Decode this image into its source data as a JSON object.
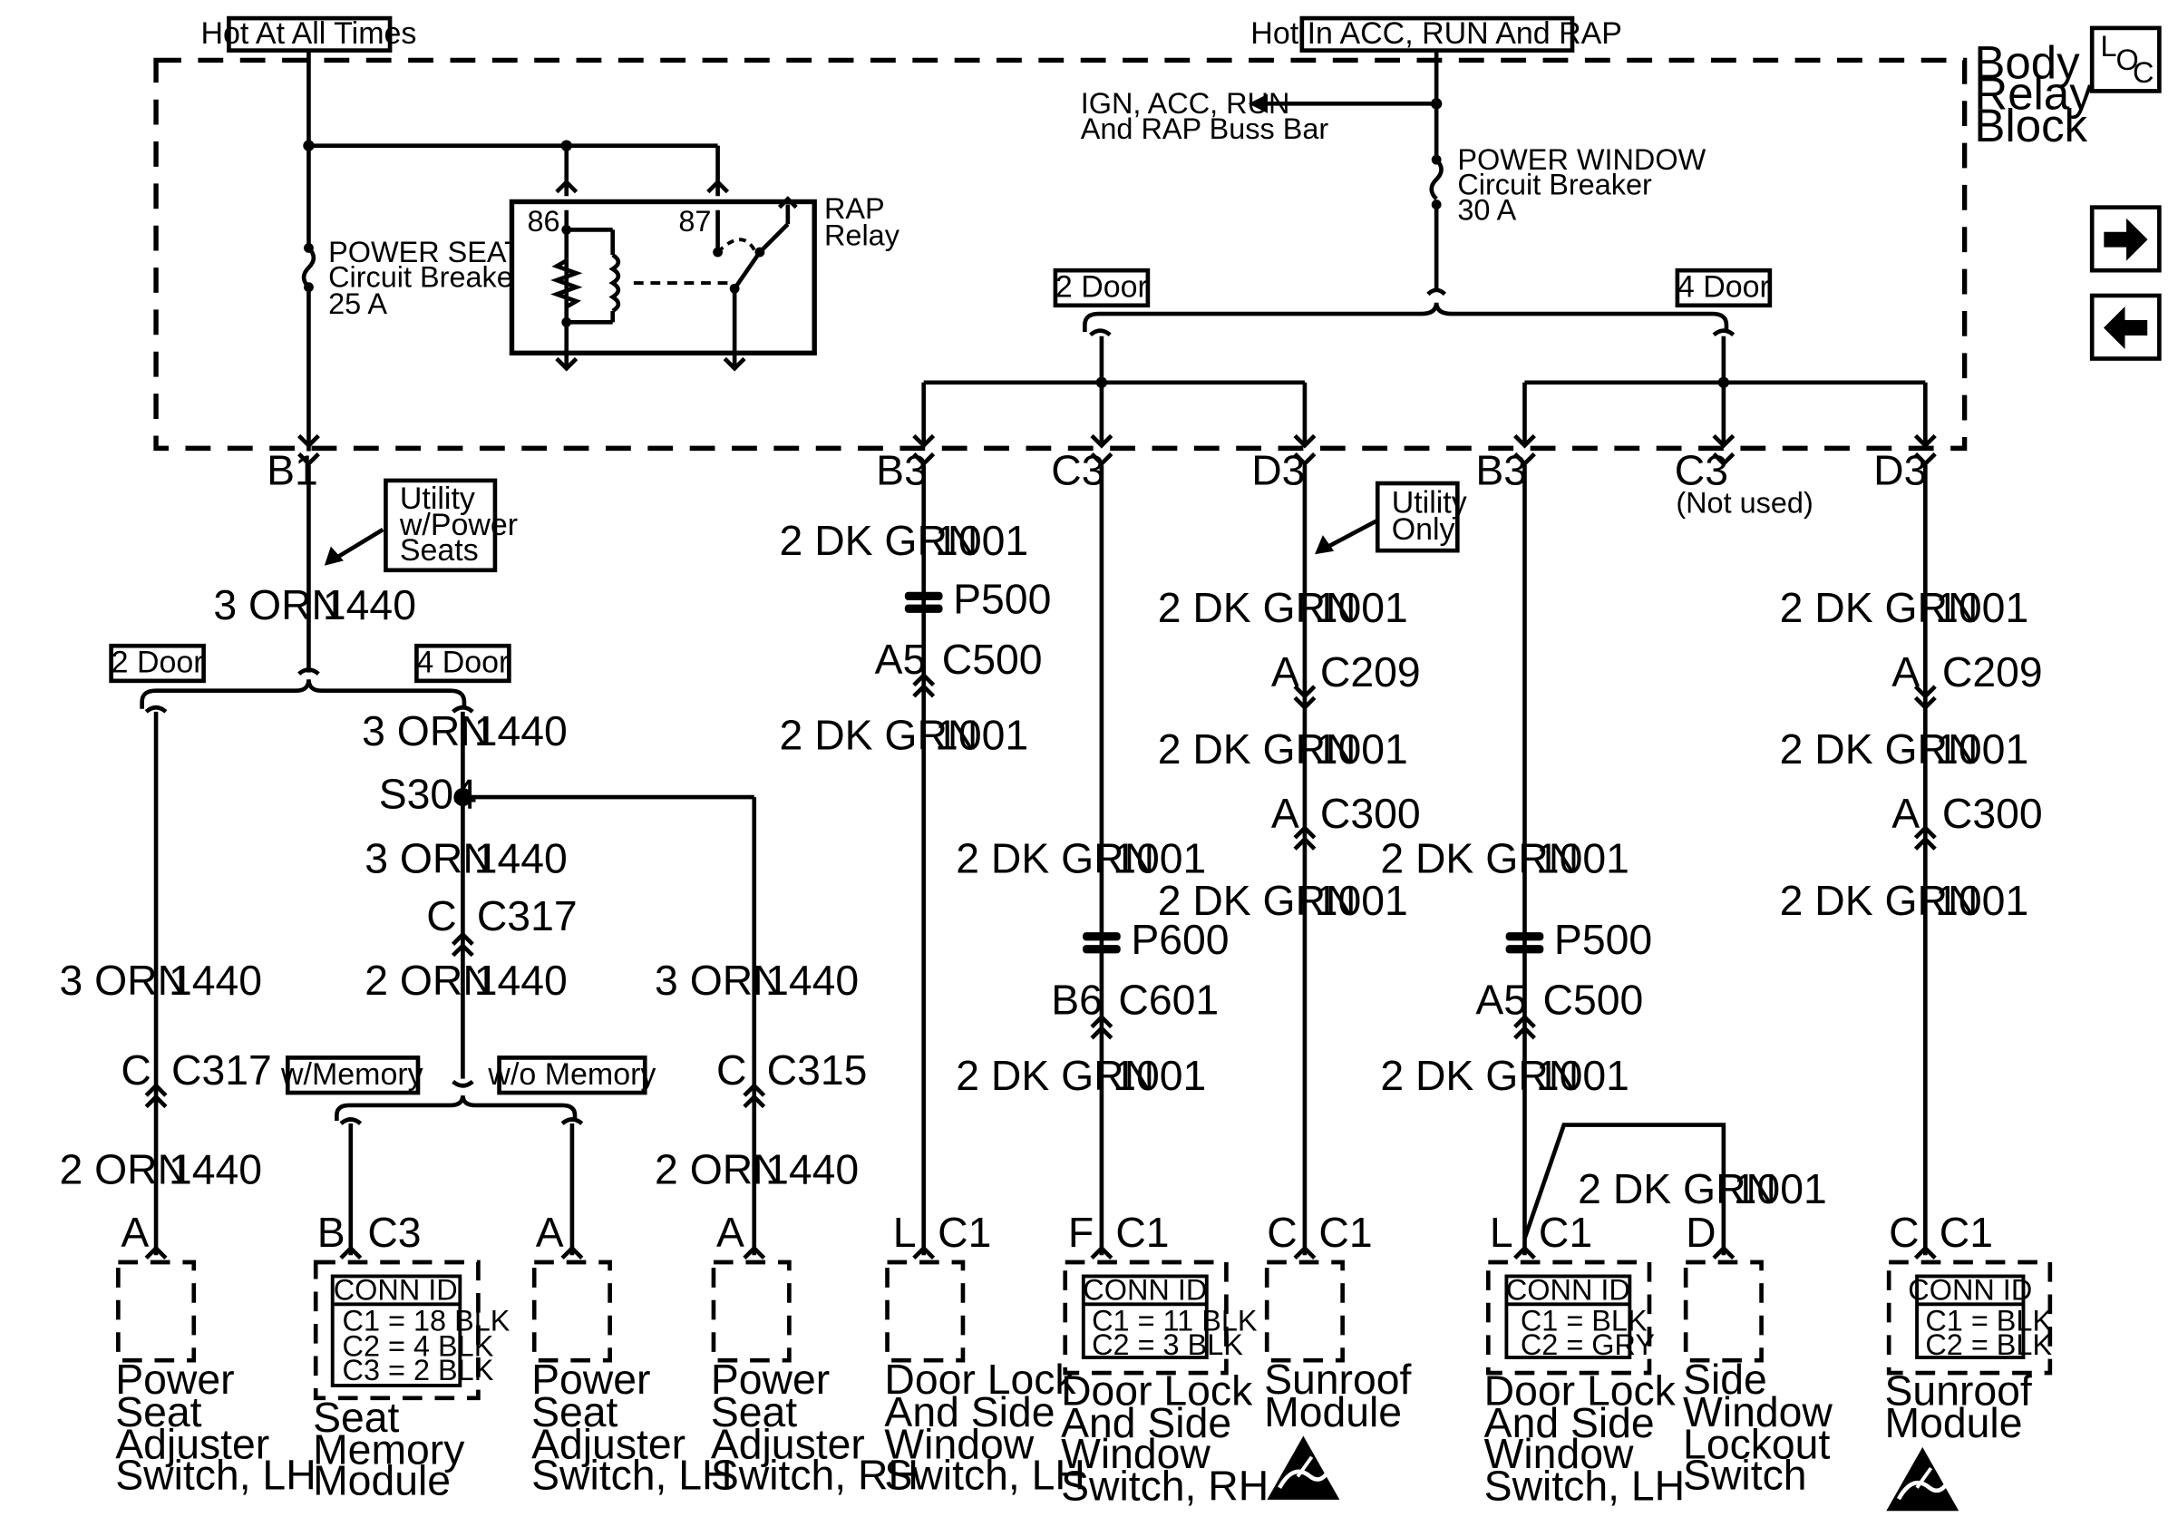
{
  "sources": {
    "hot_all_times": "Hot At All Times",
    "hot_acc_run_rap": "Hot In ACC, RUN And RAP"
  },
  "body_relay_block": [
    "Body",
    "Relay",
    "Block"
  ],
  "buss_bar": [
    "IGN, ACC, RUN",
    "And RAP Buss Bar"
  ],
  "power_window_cb": [
    "POWER WINDOW",
    "Circuit Breaker",
    "30 A"
  ],
  "power_seats_cb": [
    "POWER SEATS",
    "Circuit Breaker",
    "25 A"
  ],
  "rap_relay": {
    "label": [
      "RAP",
      "Relay"
    ],
    "pin86": "86",
    "pin87": "87"
  },
  "options": {
    "two_door": "2 Door",
    "four_door": "4 Door",
    "utility_power_seats": [
      "Utility",
      "w/Power",
      "Seats"
    ],
    "utility_only": [
      "Utility",
      "Only"
    ],
    "with_memory": "w/Memory",
    "without_memory": "w/o Memory"
  },
  "nav": {
    "loc_l": "L",
    "loc_o": "O",
    "loc_c": "C",
    "forward": "forward-arrow",
    "back": "back-arrow"
  },
  "terminals": {
    "b1": "B1",
    "b3": "B3",
    "c3": "C3",
    "d3": "D3",
    "c3_not_used": "(Not used)"
  },
  "wires": {
    "orn3": "3 ORN",
    "orn2": "2 ORN",
    "dkgrn2": "2 DK GRN",
    "c1440": "1440",
    "c1001": "1001"
  },
  "connectors": {
    "p500": "P500",
    "p600": "P600",
    "c500": "C500",
    "c601": "C601",
    "c209": "C209",
    "c300": "C300",
    "c317": "C317",
    "c315": "C315",
    "s304": "S304",
    "pin_a": "A",
    "pin_a5": "A5",
    "pin_b6": "B6",
    "pin_c": "C"
  },
  "components": [
    {
      "pins": [
        "A",
        ""
      ],
      "name": [
        "Power",
        "Seat",
        "Adjuster",
        "Switch, LH"
      ]
    },
    {
      "pins": [
        "B",
        "C3"
      ],
      "name": [
        "Seat",
        "Memory",
        "Module"
      ],
      "conn_id": [
        "CONN ID",
        "C1 = 18 BLK",
        "C2 = 4 BLK",
        "C3 = 2 BLK"
      ]
    },
    {
      "pins": [
        "A",
        ""
      ],
      "name": [
        "Power",
        "Seat",
        "Adjuster",
        "Switch, LH"
      ]
    },
    {
      "pins": [
        "A",
        ""
      ],
      "name": [
        "Power",
        "Seat",
        "Adjuster",
        "Switch, RH"
      ]
    },
    {
      "pins": [
        "L",
        "C1"
      ],
      "name": [
        "Door Lock",
        "And Side",
        "Window",
        "Switch, LH"
      ]
    },
    {
      "pins": [
        "F",
        "C1"
      ],
      "name": [
        "Door Lock",
        "And Side",
        "Window",
        "Switch, RH"
      ],
      "conn_id": [
        "CONN ID",
        "C1 = 11 BLK",
        "C2 = 3 BLK"
      ]
    },
    {
      "pins": [
        "C",
        "C1"
      ],
      "name": [
        "Sunroof",
        "Module"
      ]
    },
    {
      "pins": [
        "L",
        "C1"
      ],
      "name": [
        "Door Lock",
        "And Side",
        "Window",
        "Switch, LH"
      ],
      "conn_id": [
        "CONN ID",
        "C1 = BLK",
        "C2 = GRY"
      ]
    },
    {
      "pins": [
        "D",
        ""
      ],
      "name": [
        "Side",
        "Window",
        "Lockout",
        "Switch"
      ]
    },
    {
      "pins": [
        "C",
        "C1"
      ],
      "name": [
        "Sunroof",
        "Module"
      ],
      "conn_id": [
        "CONN ID",
        "C1 = BLK",
        "C2 = BLK"
      ]
    }
  ]
}
